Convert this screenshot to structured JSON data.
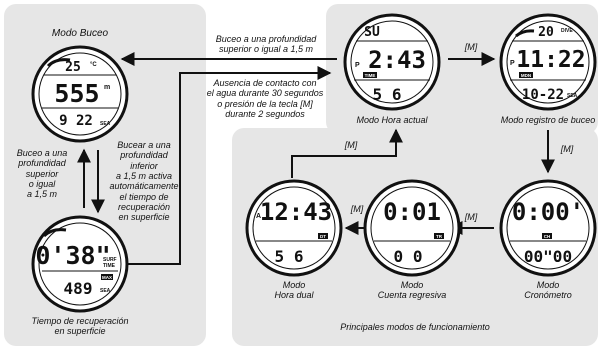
{
  "labels": {
    "modo_buceo": "Modo Buceo",
    "buceo_superior": "Buceo a una profundidad superior o igual a 1,5 m",
    "ausencia_1": "Ausencia de contacto con",
    "ausencia_2": "el agua durante 30 segundos",
    "ausencia_3": "o presión de la tecla [M]",
    "ausencia_4": "durante 2 segundos",
    "buceo_left_1": "Buceo a una",
    "buceo_left_2": "profundidad",
    "buceo_left_3": "superior",
    "buceo_left_4": "o igual",
    "buceo_left_5": "a 1,5 m",
    "bucear_1": "Bucear a una",
    "bucear_2": "profundidad",
    "bucear_3": "inferior",
    "bucear_4": "a 1,5 m activa",
    "bucear_5": "automáticamente",
    "bucear_6": "el tiempo de",
    "bucear_7": "recuperación",
    "bucear_8": "en superficie",
    "tiempo_rec_1": "Tiempo de recuperación",
    "tiempo_rec_2": "en superficie",
    "modo_hora_actual": "Modo Hora actual",
    "modo_registro": "Modo registro de buceo",
    "modo_hora_dual_1": "Modo",
    "modo_hora_dual_2": "Hora dual",
    "modo_cuenta_1": "Modo",
    "modo_cuenta_2": "Cuenta regresiva",
    "modo_crono_1": "Modo",
    "modo_crono_2": "Cronómetro",
    "principales": "Principales modos de funcionamiento",
    "m_top": "[M]",
    "m_right": "[M]",
    "m_b1": "[M]",
    "m_b2": "[M]",
    "m_up": "[M]"
  },
  "watches": {
    "dive": {
      "top": "25",
      "top_unit": "°C",
      "main": "555",
      "main_unit": "m",
      "bottom": "9 22",
      "bottom_unit": "SEA"
    },
    "surface": {
      "main": "0'38\"",
      "side1": "SURF",
      "side2": "TIME",
      "badge": "MAX",
      "bottom": "489",
      "bottom_unit": "SEA"
    },
    "current_time": {
      "top": "SU",
      "left": "P",
      "main": "2:43",
      "badge": "TIME",
      "bottom": "5 6"
    },
    "log": {
      "top": "20",
      "top_tag": "DIVE",
      "left": "P",
      "main": "11:22",
      "badge": "MDN",
      "bottom": "10-22",
      "bottom_unit": "SEA"
    },
    "dual": {
      "left": "A",
      "main": "12:43",
      "badge": "DT",
      "bottom": "5 6"
    },
    "countdown": {
      "main": "0:01",
      "badge": "TR",
      "bottom": "0 0"
    },
    "chrono": {
      "main": "0:00'",
      "badge": "CH",
      "bottom": "00\"00"
    }
  }
}
